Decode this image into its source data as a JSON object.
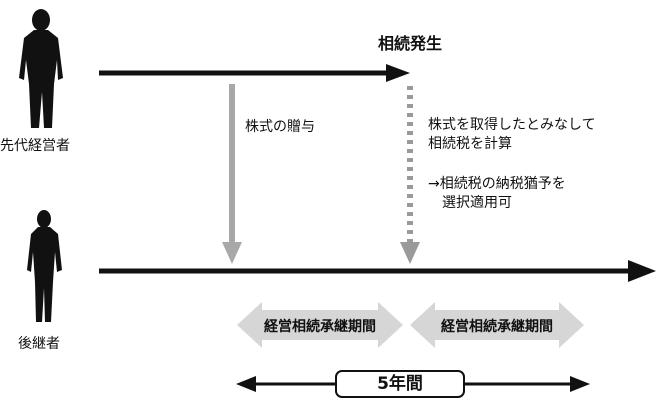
{
  "people": {
    "predecessor_label": "先代経営者",
    "successor_label": "後継者"
  },
  "events": {
    "inheritance_label": "相続発生",
    "gift_label": "株式の贈与",
    "deemed_acquisition_lines": [
      "株式を取得したとみなして",
      "相続税を計算"
    ],
    "deferral_lines": [
      "→相続税の納税猶予を",
      "　選択適用可"
    ]
  },
  "periods": {
    "band_labels": [
      "経営相続承継期間",
      "経営相続承継期間"
    ],
    "total_label": "5年間"
  },
  "colors": {
    "line": "#111111",
    "gift_arrow": "#a8a8a8",
    "dotted_arrow": "#9a9a9a",
    "band": "#d6d6d6"
  }
}
